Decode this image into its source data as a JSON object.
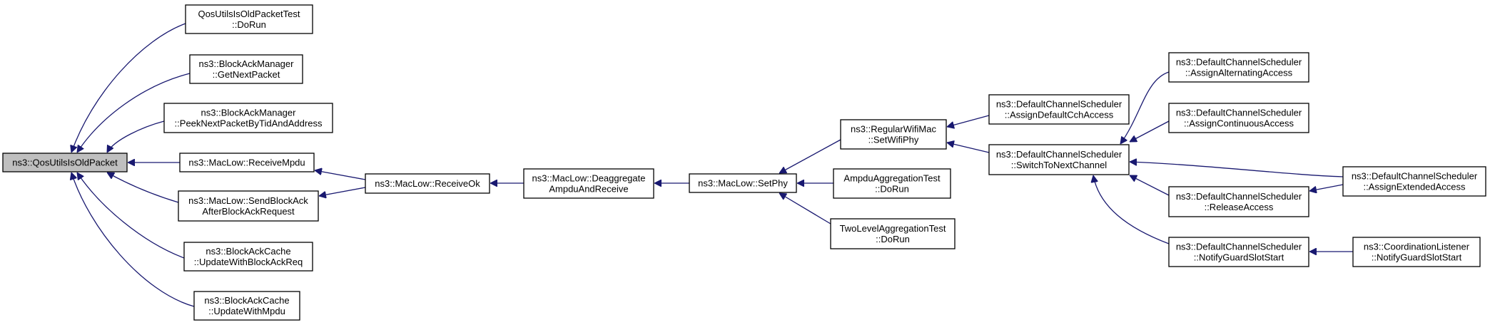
{
  "diagram": {
    "type": "call-graph",
    "nodes": [
      {
        "id": "root",
        "lines": [
          "ns3::QosUtilsIsOldPacket"
        ],
        "highlight": true
      },
      {
        "id": "qtest",
        "lines": [
          "QosUtilsIsOldPacketTest",
          "::DoRun"
        ]
      },
      {
        "id": "bam_next",
        "lines": [
          "ns3::BlockAckManager",
          "::GetNextPacket"
        ]
      },
      {
        "id": "bam_peek",
        "lines": [
          "ns3::BlockAckManager",
          "::PeekNextPacketByTidAndAddress"
        ]
      },
      {
        "id": "ml_mpdu",
        "lines": [
          "ns3::MacLow::ReceiveMpdu"
        ]
      },
      {
        "id": "ml_sendba",
        "lines": [
          "ns3::MacLow::SendBlockAck",
          "AfterBlockAckRequest"
        ]
      },
      {
        "id": "bac_req",
        "lines": [
          "ns3::BlockAckCache",
          "::UpdateWithBlockAckReq"
        ]
      },
      {
        "id": "bac_mpdu",
        "lines": [
          "ns3::BlockAckCache",
          "::UpdateWithMpdu"
        ]
      },
      {
        "id": "ml_rok",
        "lines": [
          "ns3::MacLow::ReceiveOk"
        ]
      },
      {
        "id": "ml_deagg",
        "lines": [
          "ns3::MacLow::Deaggregate",
          "AmpduAndReceive"
        ]
      },
      {
        "id": "ml_setphy",
        "lines": [
          "ns3::MacLow::SetPhy"
        ]
      },
      {
        "id": "rwm_setphy",
        "lines": [
          "ns3::RegularWifiMac",
          "::SetWifiPhy"
        ]
      },
      {
        "id": "aat",
        "lines": [
          "AmpduAggregationTest",
          "::DoRun"
        ]
      },
      {
        "id": "tlat",
        "lines": [
          "TwoLevelAggregationTest",
          "::DoRun"
        ]
      },
      {
        "id": "dcs_adcch",
        "lines": [
          "ns3::DefaultChannelScheduler",
          "::AssignDefaultCchAccess"
        ]
      },
      {
        "id": "dcs_stnc",
        "lines": [
          "ns3::DefaultChannelScheduler",
          "::SwitchToNextChannel"
        ]
      },
      {
        "id": "dcs_aalt",
        "lines": [
          "ns3::DefaultChannelScheduler",
          "::AssignAlternatingAccess"
        ]
      },
      {
        "id": "dcs_acont",
        "lines": [
          "ns3::DefaultChannelScheduler",
          "::AssignContinuousAccess"
        ]
      },
      {
        "id": "dcs_rel",
        "lines": [
          "ns3::DefaultChannelScheduler",
          "::ReleaseAccess"
        ]
      },
      {
        "id": "dcs_ngss",
        "lines": [
          "ns3::DefaultChannelScheduler",
          "::NotifyGuardSlotStart"
        ]
      },
      {
        "id": "dcs_aext",
        "lines": [
          "ns3::DefaultChannelScheduler",
          "::AssignExtendedAccess"
        ]
      },
      {
        "id": "cl_ngss",
        "lines": [
          "ns3::CoordinationListener",
          "::NotifyGuardSlotStart"
        ]
      }
    ],
    "edges": [
      {
        "from": "qtest",
        "to": "root"
      },
      {
        "from": "bam_next",
        "to": "root"
      },
      {
        "from": "bam_peek",
        "to": "root"
      },
      {
        "from": "ml_mpdu",
        "to": "root"
      },
      {
        "from": "ml_sendba",
        "to": "root"
      },
      {
        "from": "bac_req",
        "to": "root"
      },
      {
        "from": "bac_mpdu",
        "to": "root"
      },
      {
        "from": "ml_rok",
        "to": "ml_mpdu"
      },
      {
        "from": "ml_rok",
        "to": "ml_sendba"
      },
      {
        "from": "ml_deagg",
        "to": "ml_rok"
      },
      {
        "from": "ml_setphy",
        "to": "ml_deagg"
      },
      {
        "from": "rwm_setphy",
        "to": "ml_setphy"
      },
      {
        "from": "aat",
        "to": "ml_setphy"
      },
      {
        "from": "tlat",
        "to": "ml_setphy"
      },
      {
        "from": "dcs_adcch",
        "to": "rwm_setphy"
      },
      {
        "from": "dcs_stnc",
        "to": "rwm_setphy"
      },
      {
        "from": "dcs_aalt",
        "to": "dcs_stnc"
      },
      {
        "from": "dcs_acont",
        "to": "dcs_stnc"
      },
      {
        "from": "dcs_aext",
        "to": "dcs_stnc"
      },
      {
        "from": "dcs_rel",
        "to": "dcs_stnc"
      },
      {
        "from": "dcs_ngss",
        "to": "dcs_stnc"
      },
      {
        "from": "dcs_aext",
        "to": "dcs_rel"
      },
      {
        "from": "cl_ngss",
        "to": "dcs_ngss"
      }
    ]
  }
}
